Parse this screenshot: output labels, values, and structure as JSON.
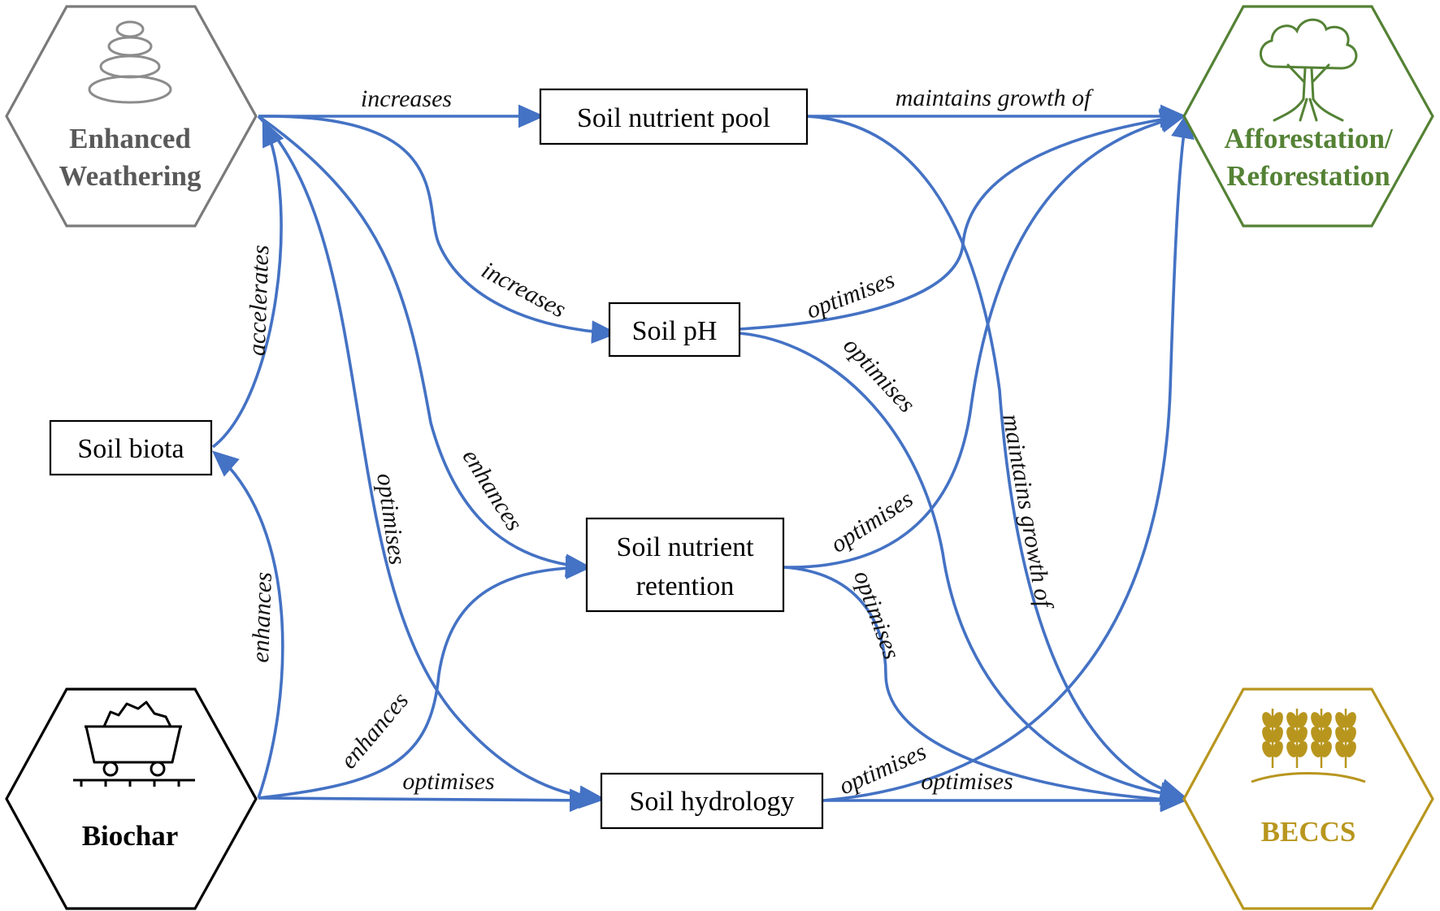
{
  "hexagons": {
    "enhanced_weathering": {
      "line1": "Enhanced",
      "line2": "Weathering",
      "color": "#7a7a7a",
      "icon": "stacked-stones-icon"
    },
    "afforestation": {
      "line1": "Afforestation/",
      "line2": "Reforestation",
      "color": "#548235",
      "icon": "tree-icon"
    },
    "biochar": {
      "label": "Biochar",
      "color": "#000000",
      "icon": "mine-cart-icon"
    },
    "beccs": {
      "label": "BECCS",
      "color": "#B8961E",
      "icon": "wheat-icon"
    }
  },
  "boxes": {
    "soil_nutrient_pool": "Soil nutrient pool",
    "soil_ph": "Soil pH",
    "soil_biota": "Soil biota",
    "soil_nutrient_retention_line1": "Soil nutrient",
    "soil_nutrient_retention_line2": "retention",
    "soil_hydrology": "Soil hydrology"
  },
  "edge_labels": {
    "ew_pool": "increases",
    "pool_aff": "maintains growth of",
    "ew_ph": "increases",
    "ph_aff": "optimises",
    "ph_beccs": "optimises",
    "biota_ew": "accelerates",
    "ew_hydro": "optimises",
    "ew_ret": "enhances",
    "ret_aff": "optimises",
    "pool_beccs": "maintains growth of",
    "biochar_biota": "enhances",
    "ret_beccs": "optimises",
    "biochar_ret": "enhances",
    "biochar_hydro": "optimises",
    "hydro_aff": "optimises",
    "hydro_beccs": "optimises"
  },
  "colors": {
    "arrow": "#4472C4"
  }
}
